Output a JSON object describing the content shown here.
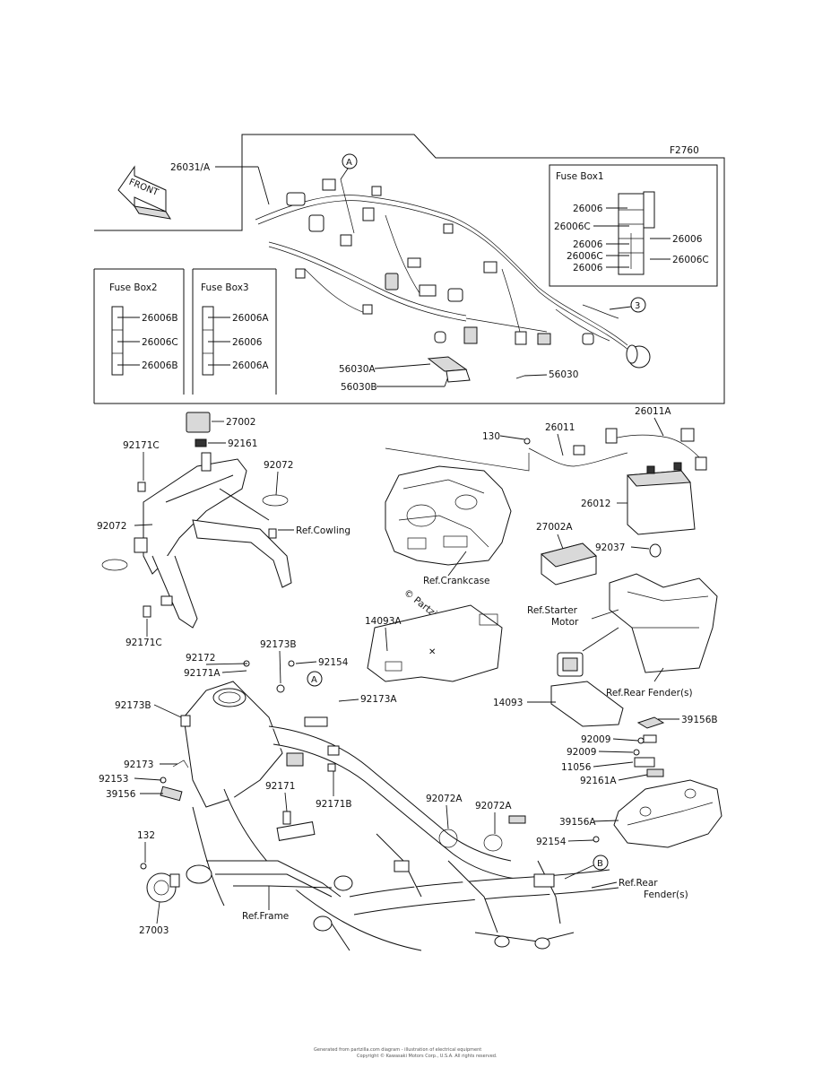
{
  "diagram_code": "F2760",
  "front_arrow": "FRONT",
  "harness": {
    "main_part": "26031/A",
    "callout_a": "A",
    "callout_b": "B",
    "callout_3": "3",
    "part_56030A": "56030A",
    "part_56030B": "56030B",
    "part_56030": "56030"
  },
  "fuse_box1": {
    "title": "Fuse Box1",
    "left_items": [
      "26006",
      "26006C",
      "26006",
      "26006C",
      "26006"
    ],
    "right_items": [
      "26006",
      "26006C"
    ]
  },
  "fuse_box2": {
    "title": "Fuse Box2",
    "items": [
      "26006B",
      "26006C",
      "26006B"
    ]
  },
  "fuse_box3": {
    "title": "Fuse Box3",
    "items": [
      "26006A",
      "26006",
      "26006A"
    ]
  },
  "parts": {
    "p27002": "27002",
    "p92161": "92161",
    "p92171C_top": "92171C",
    "p92072_top": "92072",
    "p92072_left": "92072",
    "ref_cowling": "Ref.Cowling",
    "p92171C_bottom": "92171C",
    "p130": "130",
    "p26011": "26011",
    "p26011A": "26011A",
    "p26012": "26012",
    "p27002A": "27002A",
    "p92037": "92037",
    "ref_crankcase": "Ref.Crankcase",
    "watermark": "© Partzilla.com",
    "ref_starter_1": "Ref.Starter",
    "ref_starter_2": "Motor",
    "p14093A": "14093A",
    "p14093": "14093",
    "ref_rear_fender_1": "Ref.Rear Fender(s)",
    "p92172": "92172",
    "p92173B_top": "92173B",
    "p92154_top": "92154",
    "p92171A": "92171A",
    "p92173B_left": "92173B",
    "p92173A": "92173A",
    "p92173": "92173",
    "p92153": "92153",
    "p39156": "39156",
    "p92171": "92171",
    "p92171B": "92171B",
    "p39156B": "39156B",
    "p92009_a": "92009",
    "p92009_b": "92009",
    "p11056": "11056",
    "p92161A": "92161A",
    "p92072A_a": "92072A",
    "p92072A_b": "92072A",
    "p39156A": "39156A",
    "p92154_bottom": "92154",
    "ref_rear_fender_2a": "Ref.Rear",
    "ref_rear_fender_2b": "Fender(s)",
    "p132": "132",
    "p27003": "27003",
    "ref_frame": "Ref.Frame"
  },
  "footer": {
    "line1": "Generated from partzilla.com diagram - illustration of electrical equipment",
    "line2": "Copyright © Kawasaki Motors Corp., U.S.A. All rights reserved."
  }
}
